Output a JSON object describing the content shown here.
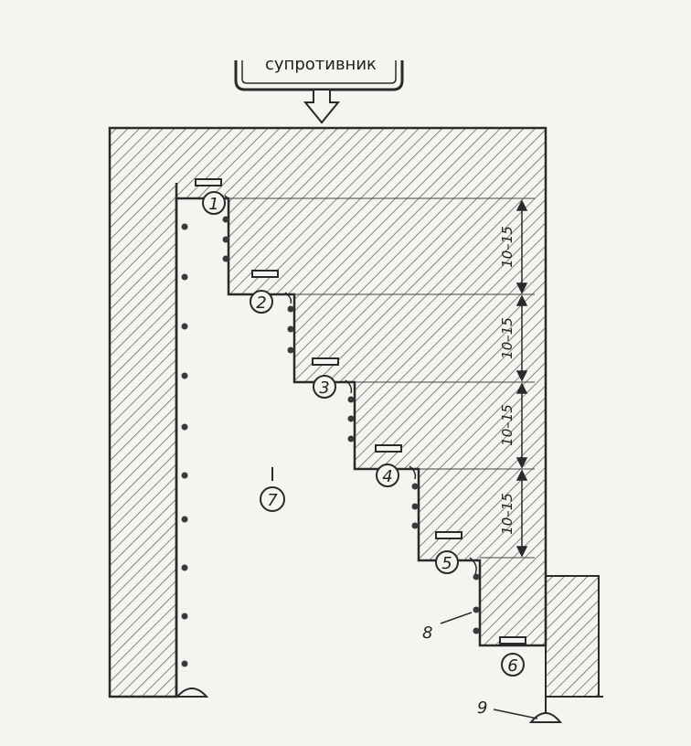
{
  "labels": {
    "enemy": "супротивник",
    "fortification": "7",
    "spring_guard": "8",
    "base_point": "9"
  },
  "steps": [
    {
      "number": "1"
    },
    {
      "number": "2"
    },
    {
      "number": "3"
    },
    {
      "number": "4"
    },
    {
      "number": "5"
    },
    {
      "number": "6"
    }
  ],
  "dimensions": [
    "10–15",
    "10–15",
    "10–15",
    "10–15"
  ],
  "colors": {
    "ink": "#2a2a2a",
    "hatch": "#555555",
    "paper": "#f4f4f1",
    "dot": "#3a3a3a"
  }
}
